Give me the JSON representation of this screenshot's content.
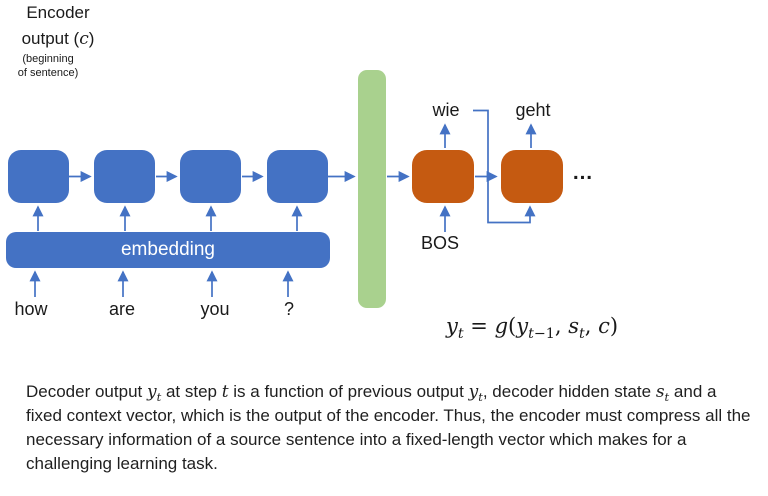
{
  "colors": {
    "encoder_box": "#4472C4",
    "embedding_bar": "#4472C4",
    "decoder_box": "#C55A11",
    "context_bar": "#A9D18E",
    "arrow": "#4472C4",
    "text": "#1A1A1A",
    "embedding_text": "#FFFFFF"
  },
  "labels": {
    "encoder_output_line1": "Encoder",
    "encoder_output_line2_html": "output (<i>c</i>)",
    "embedding": "embedding",
    "bos": "BOS",
    "bos_note_line1": "(beginning",
    "bos_note_line2": "of sentence)",
    "ellipsis": "…"
  },
  "input_words": [
    "how",
    "are",
    "you",
    "?"
  ],
  "decoder_outputs": [
    "wie",
    "geht"
  ],
  "formula_html": "<i>y</i><sub><i>t</i></sub> = <i>g</i>(<i>y</i><sub><i>t</i>−1</sub>, <i>s</i><sub><i>t</i></sub>, <i>c</i>)",
  "caption_html": "Decoder output <i>y</i><sub><i>t</i></sub> at step <i>t</i> is a function of previous output <i>y</i><sub><i>t</i></sub>, decoder hidden state <i>s</i><sub><i>t</i></sub> and a fixed context vector, which is the output of the encoder. Thus, the encoder must compress all the necessary information of a source sentence into a fixed-length vector which makes for a challenging learning task."
}
